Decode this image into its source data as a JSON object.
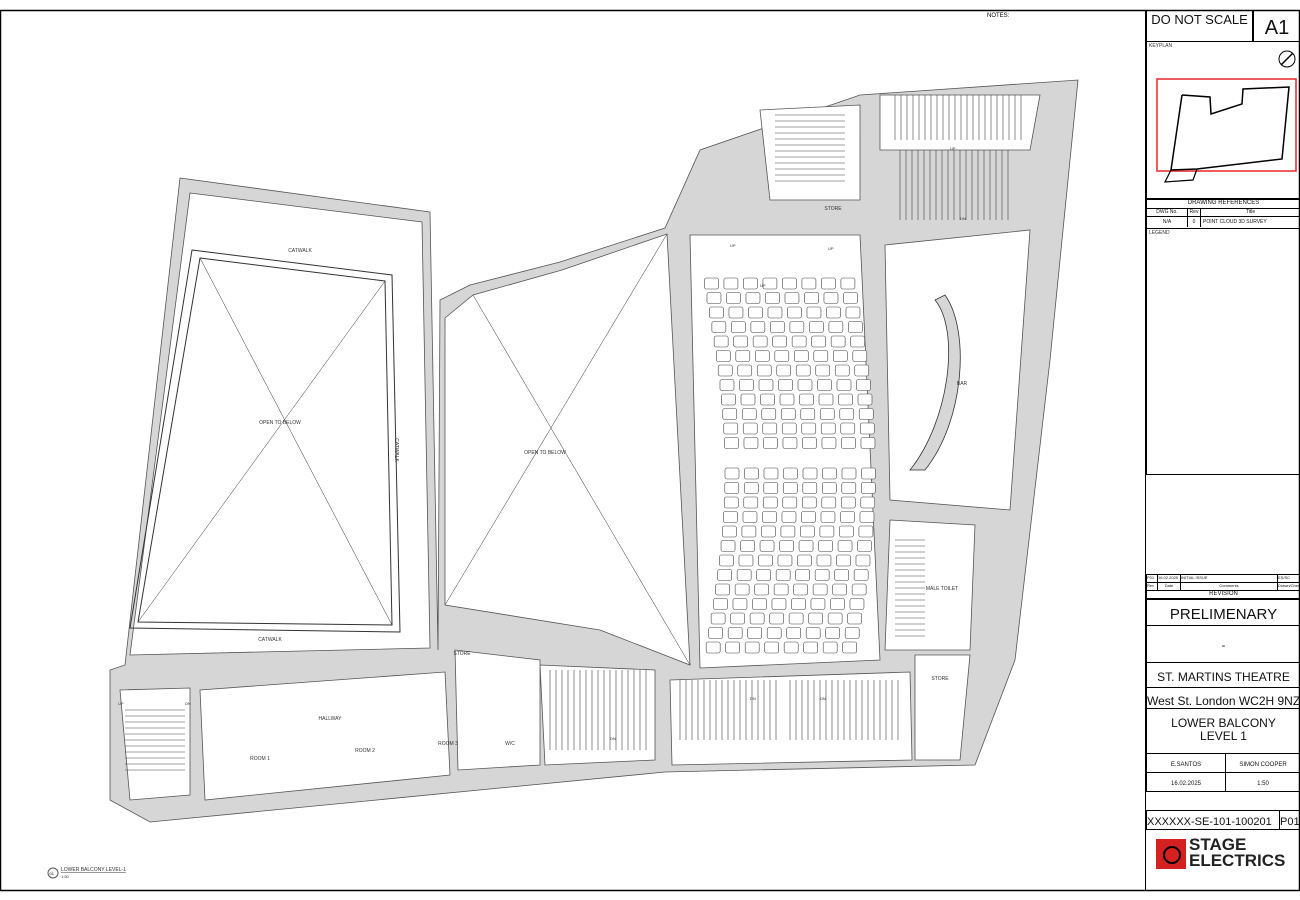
{
  "sheet": {
    "notes_label": "NOTES:",
    "do_not_scale": "DO NOT SCALE",
    "sheet_size": "A1",
    "keyplan_label": "KEYPLAN",
    "drawing_references": {
      "heading": "DRAWING REFERENCES",
      "columns": [
        "DWG No.",
        "Rev",
        "Title"
      ],
      "rows": [
        [
          "N/A",
          "0",
          "POINT CLOUD 3D SURVEY"
        ]
      ]
    },
    "legend_label": "LEGEND",
    "revision": {
      "row": [
        "P01",
        "16.02.2025",
        "INITIAL ISSUE",
        "ES/SC"
      ],
      "columns": [
        "Rev",
        "Date",
        "Comments",
        "Drawn/Checked"
      ],
      "heading": "REVISION"
    },
    "status": "PRELIMENARY",
    "client": "-",
    "project": "ST. MARTINS THEATRE",
    "location": "West St. London WC2H 9NZ",
    "title": "LOWER BALCONY\nLEVEL 1",
    "drawn_by": "E.SANTOS",
    "checked_by": "SIMON COOPER",
    "date": "16.02.2025",
    "scale": "1:50",
    "drawing_number": "XXXXXX-SE-101-100201",
    "revision_code": "P01",
    "company": "STAGE ELECTRICS",
    "colors": {
      "keyplan_box": "#e8262b",
      "wall_fill": "#d6d6d6",
      "logo_red": "#d42020"
    }
  },
  "plan": {
    "view_title": "LOWER BALCONY LEVEL-1",
    "view_scale": "1:50",
    "view_number": "01",
    "rooms": {
      "catwalk_top": "CATWALK",
      "catwalk_side": "CATWALK",
      "catwalk_bottom": "CATWALK",
      "open_left": "OPEN TO BELOW",
      "open_mid": "OPEN TO BELOW",
      "hallway": "HALLWAY",
      "room1": "ROOM 1",
      "room2": "ROOM 2",
      "room3": "ROOM 3",
      "wc": "W/C",
      "store1": "STORE",
      "store2": "STORE",
      "store3": "STORE",
      "bar": "BAR",
      "male_toilet": "MALE TOILET"
    },
    "stair_marks": [
      "UP",
      "DN",
      "DN",
      "UP",
      "UP",
      "DN",
      "DN",
      "UP",
      "DN",
      "UP"
    ]
  }
}
